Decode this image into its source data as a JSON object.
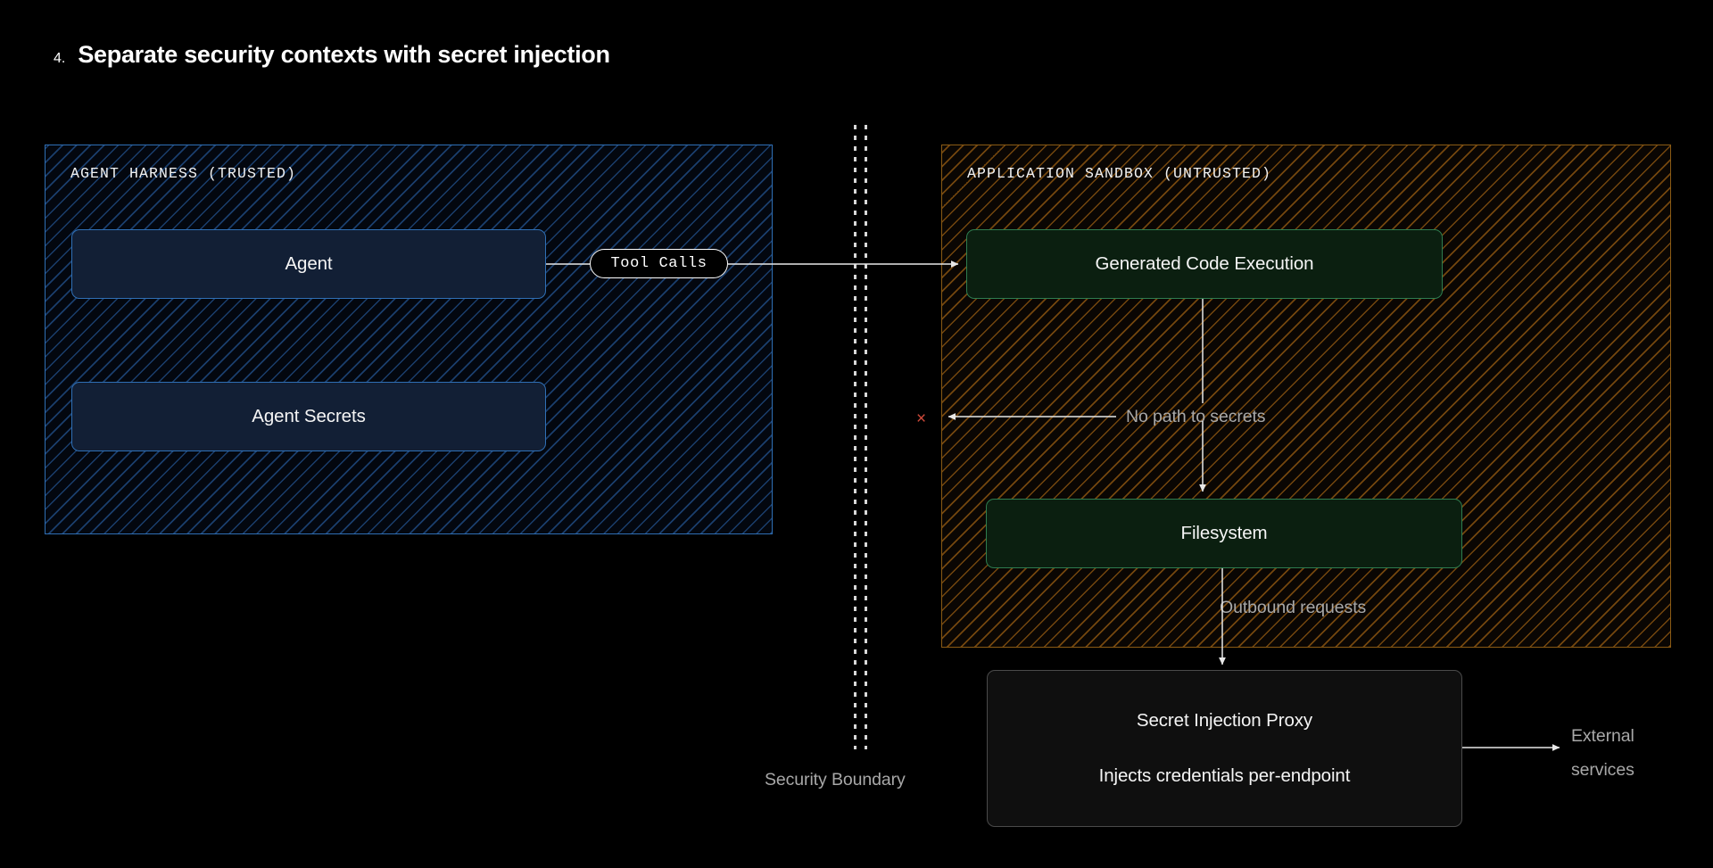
{
  "title": {
    "number": "4.",
    "text": "Separate security contexts with secret injection"
  },
  "zones": {
    "trusted": {
      "label": "AGENT HARNESS (TRUSTED)",
      "border_color": "#2f6fb5",
      "hatch_color": "#285fa5"
    },
    "untrusted": {
      "label": "APPLICATION SANDBOX (UNTRUSTED)",
      "border_color": "#8a5a14",
      "hatch_color": "#a06112"
    }
  },
  "nodes": {
    "agent": {
      "label": "Agent"
    },
    "agent_secrets": {
      "label": "Agent Secrets"
    },
    "code_execution": {
      "label": "Generated Code Execution"
    },
    "filesystem": {
      "label": "Filesystem"
    },
    "secret_injection_proxy": {
      "title": "Secret Injection Proxy",
      "subtitle": "Injects credentials per-endpoint"
    }
  },
  "edges": {
    "tool_calls": "Tool Calls",
    "no_path_to_secrets": "No path to secrets",
    "no_path_marker": "×",
    "outbound_requests": "Outbound requests",
    "external_services_line1": "External",
    "external_services_line2": "services"
  },
  "boundary": {
    "label": "Security Boundary"
  },
  "colors": {
    "background": "#000000",
    "text": "#ffffff",
    "muted_text": "#a8a8a8",
    "blue_accent": "#2f6fb5",
    "orange_accent": "#8a5a14",
    "green_accent": "#2e7d4f",
    "red_marker": "#d04a3a",
    "connector": "#e8e8e8"
  }
}
